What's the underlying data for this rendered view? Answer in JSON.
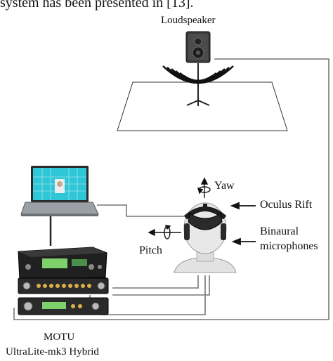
{
  "caption_fragment": "system has been presented in [13].",
  "labels": {
    "loudspeaker": "Loudspeaker",
    "yaw": "Yaw",
    "oculus_rift": "Oculus Rift",
    "binaural_line1": "Binaural",
    "binaural_line2": "microphones",
    "pitch": "Pitch",
    "motu_line1": "MOTU",
    "motu_line2": "UltraLite-mk3 Hybrid"
  },
  "colors": {
    "screen": "#2fc6d8",
    "device_dark": "#1b1b1b",
    "device_display": "#7ed06b",
    "cable": "#777777"
  }
}
